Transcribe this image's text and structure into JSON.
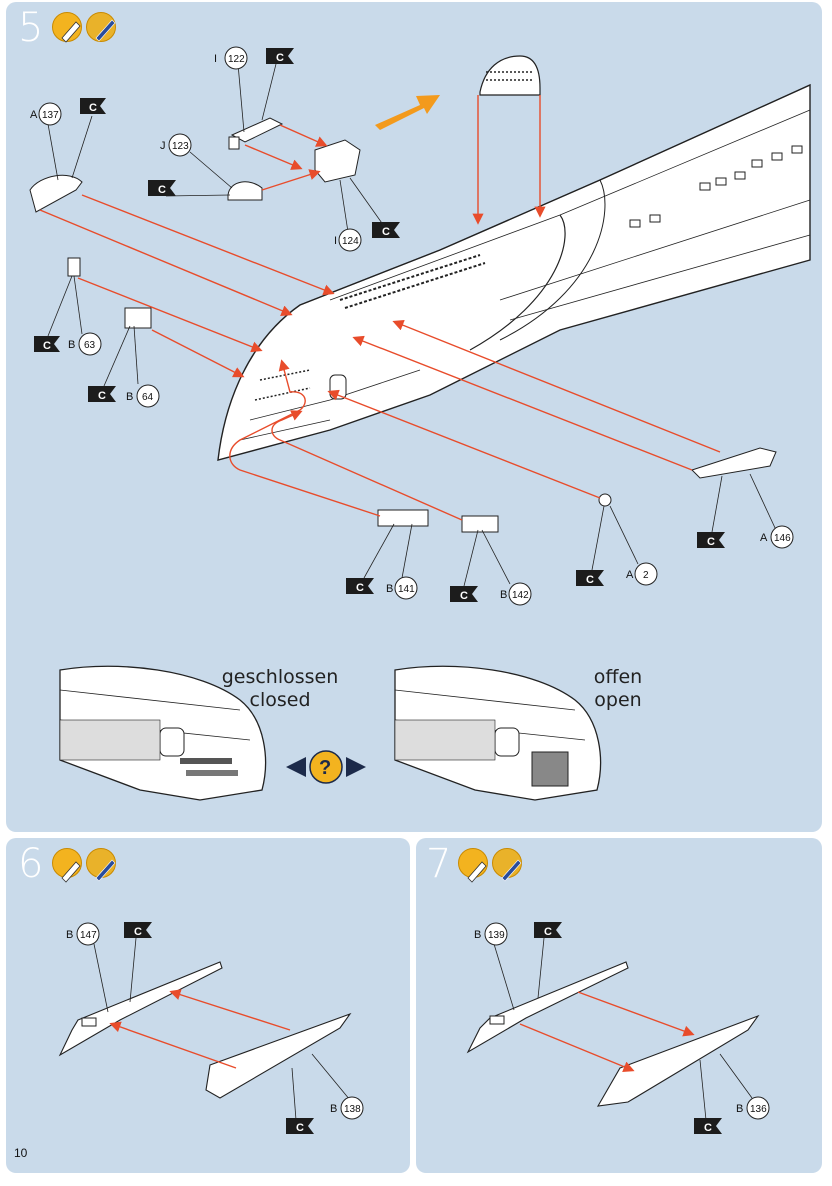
{
  "page_number": "10",
  "colors": {
    "panel_bg": "#c9daea",
    "arrow": "#e84c2b",
    "paint_badge": "#f3b31f",
    "orange_arrow": "#f39a1c"
  },
  "steps": [
    {
      "number": "5",
      "icons": [
        "glue-icon",
        "paint-brush-icon"
      ]
    },
    {
      "number": "6",
      "icons": [
        "glue-icon",
        "paint-brush-icon"
      ]
    },
    {
      "number": "7",
      "icons": [
        "glue-icon",
        "paint-brush-icon"
      ]
    }
  ],
  "step5_parts": [
    {
      "sprue": "I",
      "number": "122"
    },
    {
      "sprue": "J",
      "number": "123"
    },
    {
      "sprue": "I",
      "number": "124"
    },
    {
      "sprue": "A",
      "number": "137"
    },
    {
      "sprue": "B",
      "number": "63"
    },
    {
      "sprue": "B",
      "number": "64"
    },
    {
      "sprue": "B",
      "number": "141"
    },
    {
      "sprue": "B",
      "number": "142"
    },
    {
      "sprue": "A",
      "number": "2"
    },
    {
      "sprue": "A",
      "number": "146"
    }
  ],
  "options": {
    "closed_de": "geschlossen",
    "closed_en": "closed",
    "open_de": "offen",
    "open_en": "open",
    "choice_symbol": "?"
  },
  "step6_parts": [
    {
      "sprue": "B",
      "number": "147"
    },
    {
      "sprue": "B",
      "number": "138"
    }
  ],
  "step7_parts": [
    {
      "sprue": "B",
      "number": "139"
    },
    {
      "sprue": "B",
      "number": "136"
    }
  ]
}
